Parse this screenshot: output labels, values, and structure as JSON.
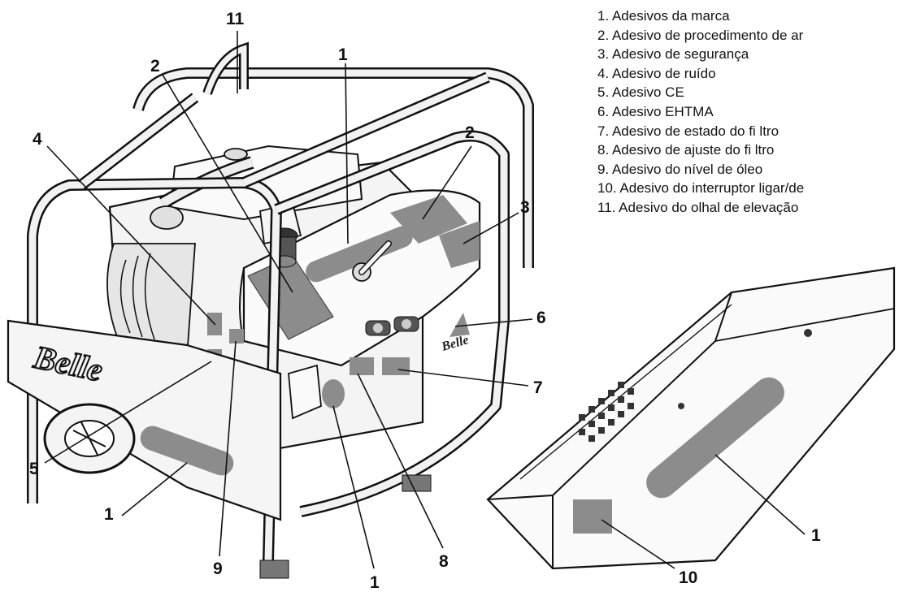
{
  "legend": [
    "1. Adesivos da marca",
    "2. Adesivo de procedimento de ar",
    "3. Adesivo de segurança",
    "4. Adesivo de ruído",
    "5. Adesivo CE",
    "6. Adesivo EHTMA",
    "7. Adesivo de estado do fi ltro",
    "8. Adesivo de ajuste do fi ltro",
    "9. Adesivo do nível de óleo",
    "10. Adesivo do interruptor ligar/de",
    "11. Adesivo do olhal de elevação"
  ],
  "callouts": {
    "c11_top": "11",
    "c2_left": "2",
    "c1_top": "1",
    "c4": "4",
    "c2_right": "2",
    "c3": "3",
    "c6": "6",
    "c7": "7",
    "c5": "5",
    "c1_left": "1",
    "c9": "9",
    "c8": "8",
    "c1_bottom": "1",
    "c1_tray": "1",
    "c10": "10"
  },
  "brand_text": {
    "side": "Belle",
    "front": "Belle"
  },
  "colors": {
    "ink": "#111111",
    "label_gray": "#8c8c8c",
    "metal_light": "#f2f2f2"
  }
}
